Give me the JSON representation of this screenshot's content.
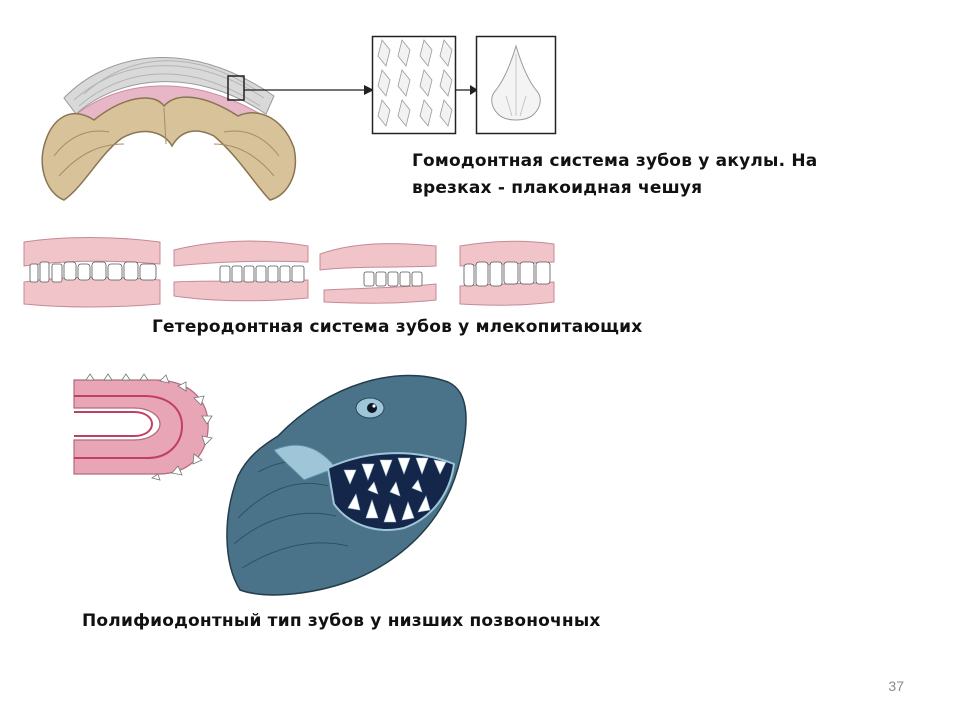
{
  "captions": {
    "homodont": "Гомодонтная система зубов у акулы. На врезках - плакоидная чешуя",
    "heterodont": "Гетеродонтная система зубов у млекопитающих",
    "polyphyodont": "Полифиодонтный тип зубов у низших позвоночных"
  },
  "slide_number": "37"
}
